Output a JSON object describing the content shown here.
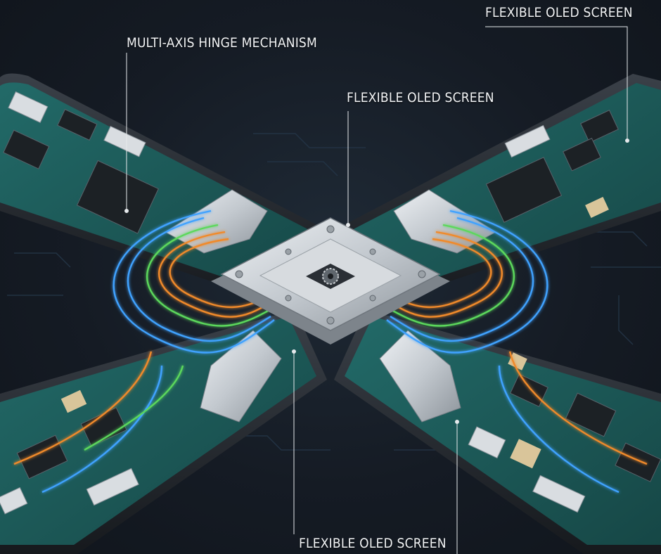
{
  "labels": {
    "hinge": "MULTI-AXIS HINGE MECHANISM",
    "screen_top_right": "FLEXIBLE OLED SCREEN",
    "screen_center": "FLEXIBLE OLED SCREEN",
    "screen_bottom": "FLEXIBLE OLED SCREEN"
  },
  "colors": {
    "background": "#151b24",
    "pcb": "#1e5a5a",
    "frame": "#2a2f36",
    "metal": "#c9ced4",
    "wire_blue": "#3fa2ff",
    "wire_green": "#5bd85b",
    "wire_orange": "#f08a2c"
  },
  "icons": [
    "hinge-gear-icon"
  ]
}
